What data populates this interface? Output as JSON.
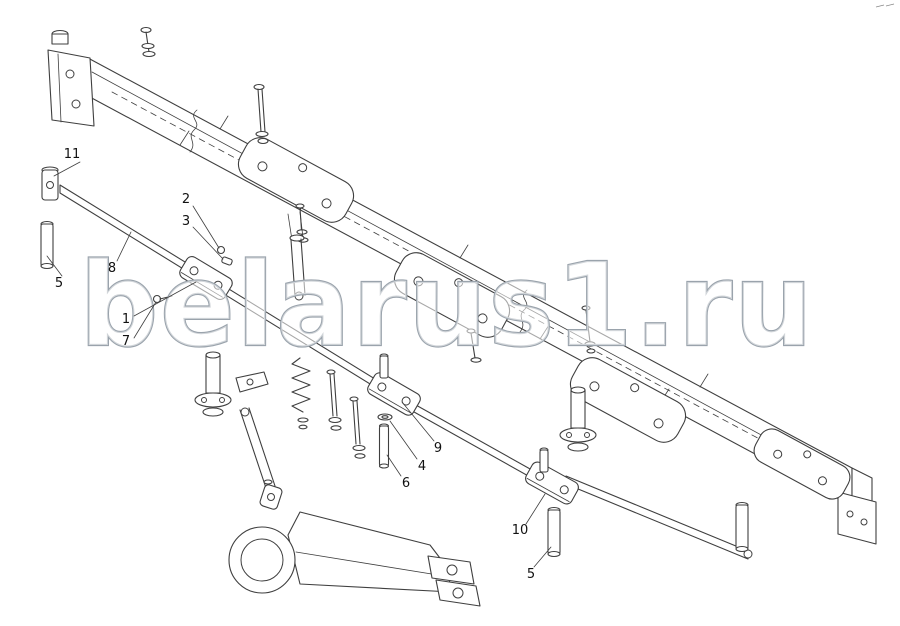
{
  "watermark": {
    "text": "belarus1.ru"
  },
  "callouts": [
    {
      "label": "11"
    },
    {
      "label": "5"
    },
    {
      "label": "8"
    },
    {
      "label": "2"
    },
    {
      "label": "3"
    },
    {
      "label": "1"
    },
    {
      "label": "7"
    },
    {
      "label": "9"
    },
    {
      "label": "4"
    },
    {
      "label": "6"
    },
    {
      "label": "10"
    },
    {
      "label": "5"
    }
  ],
  "colors": {
    "line": "#3f3f3f",
    "paper": "#ffffff",
    "watermark_fill": "rgba(255,255,255,0.55)",
    "watermark_outline": "#9aa3ac"
  }
}
